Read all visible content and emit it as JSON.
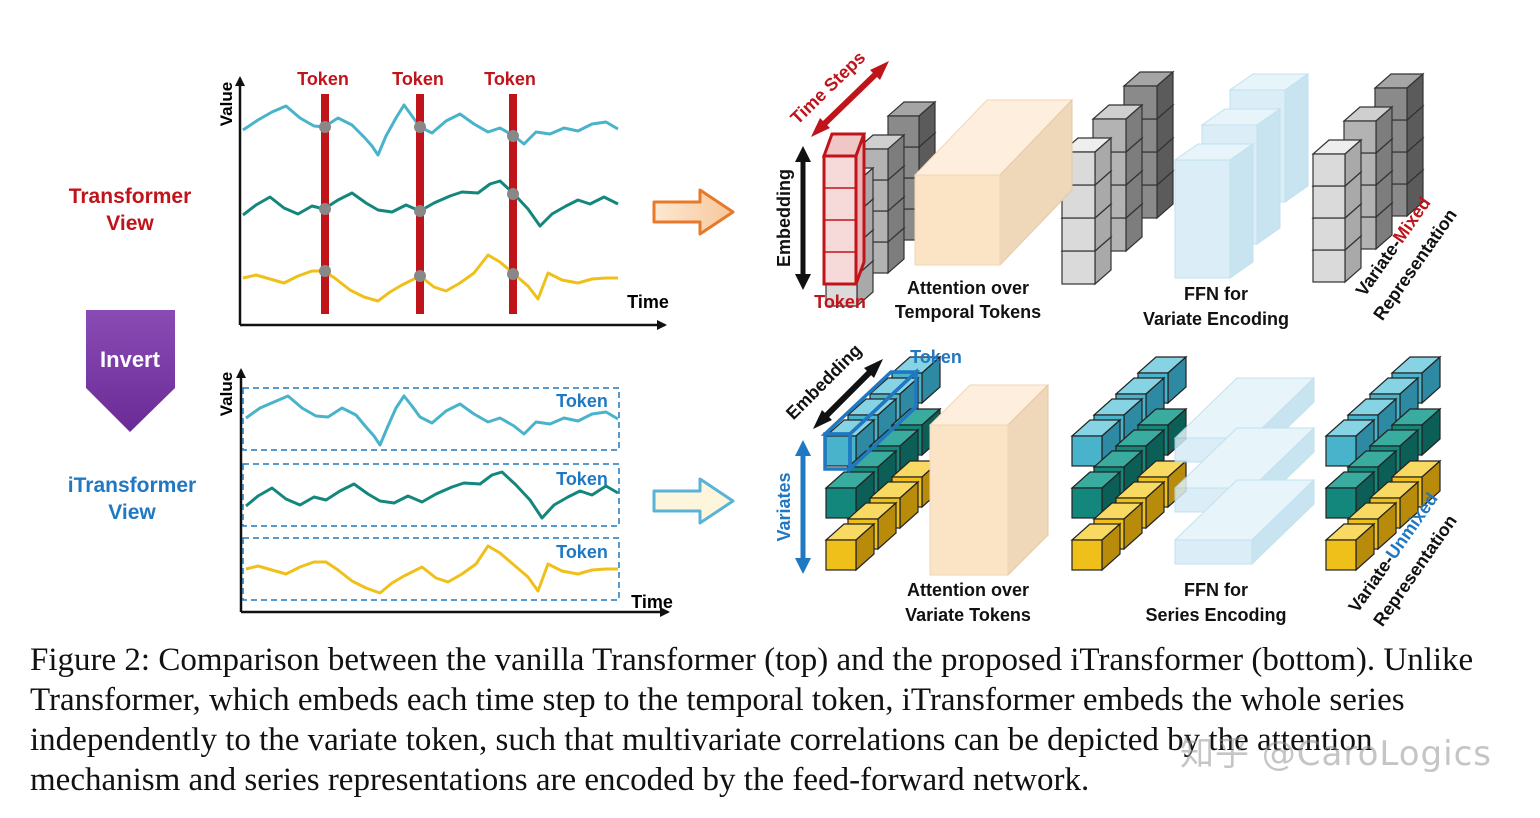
{
  "top_view": {
    "label_line1": "Transformer",
    "label_line2": "View",
    "y_axis": "Value",
    "x_axis": "Time",
    "token_labels": [
      "Token",
      "Token",
      "Token"
    ]
  },
  "invert_label": "Invert",
  "bottom_view": {
    "label_line1": "iTransformer",
    "label_line2": "View",
    "y_axis": "Value",
    "x_axis": "Time",
    "token_labels": [
      "Token",
      "Token",
      "Token"
    ]
  },
  "top_pipeline": {
    "time_steps": "Time Steps",
    "embedding": "Embedding",
    "token": "Token",
    "attention_line1": "Attention over",
    "attention_line2": "Temporal Tokens",
    "ffn_line1": "FFN for",
    "ffn_line2": "Variate Encoding",
    "repr_prefix": "Variate-",
    "repr_highlight": "Mixed",
    "repr_line2": "Representation"
  },
  "bottom_pipeline": {
    "embedding": "Embedding",
    "token": "Token",
    "variates": "Variates",
    "attention_line1": "Attention over",
    "attention_line2": "Variate Tokens",
    "ffn_line1": "FFN for",
    "ffn_line2": "Series Encoding",
    "repr_prefix": "Variate-",
    "repr_highlight": "Unmixed",
    "repr_line2": "Representation"
  },
  "caption": "Figure 2: Comparison between the vanilla Transformer (top) and the proposed iTransformer (bottom). Unlike Transformer, which embeds each time step to the temporal token, iTransformer embeds the whole series independently to the variate token, such that multivariate correlations can be depicted by the attention mechanism and series representations are encoded by the feed-forward network.",
  "watermark": "知乎 @CaroLogics",
  "colors": {
    "red": "#c0141b",
    "blue": "#1f78c1",
    "purple": "#7b3aa6",
    "cyan_series": "#4ab3cc",
    "teal_series": "#13877c",
    "yellow_series": "#f0c01a",
    "attention_box": "#fbe3c6",
    "ffn_box": "#cfe9f5"
  }
}
